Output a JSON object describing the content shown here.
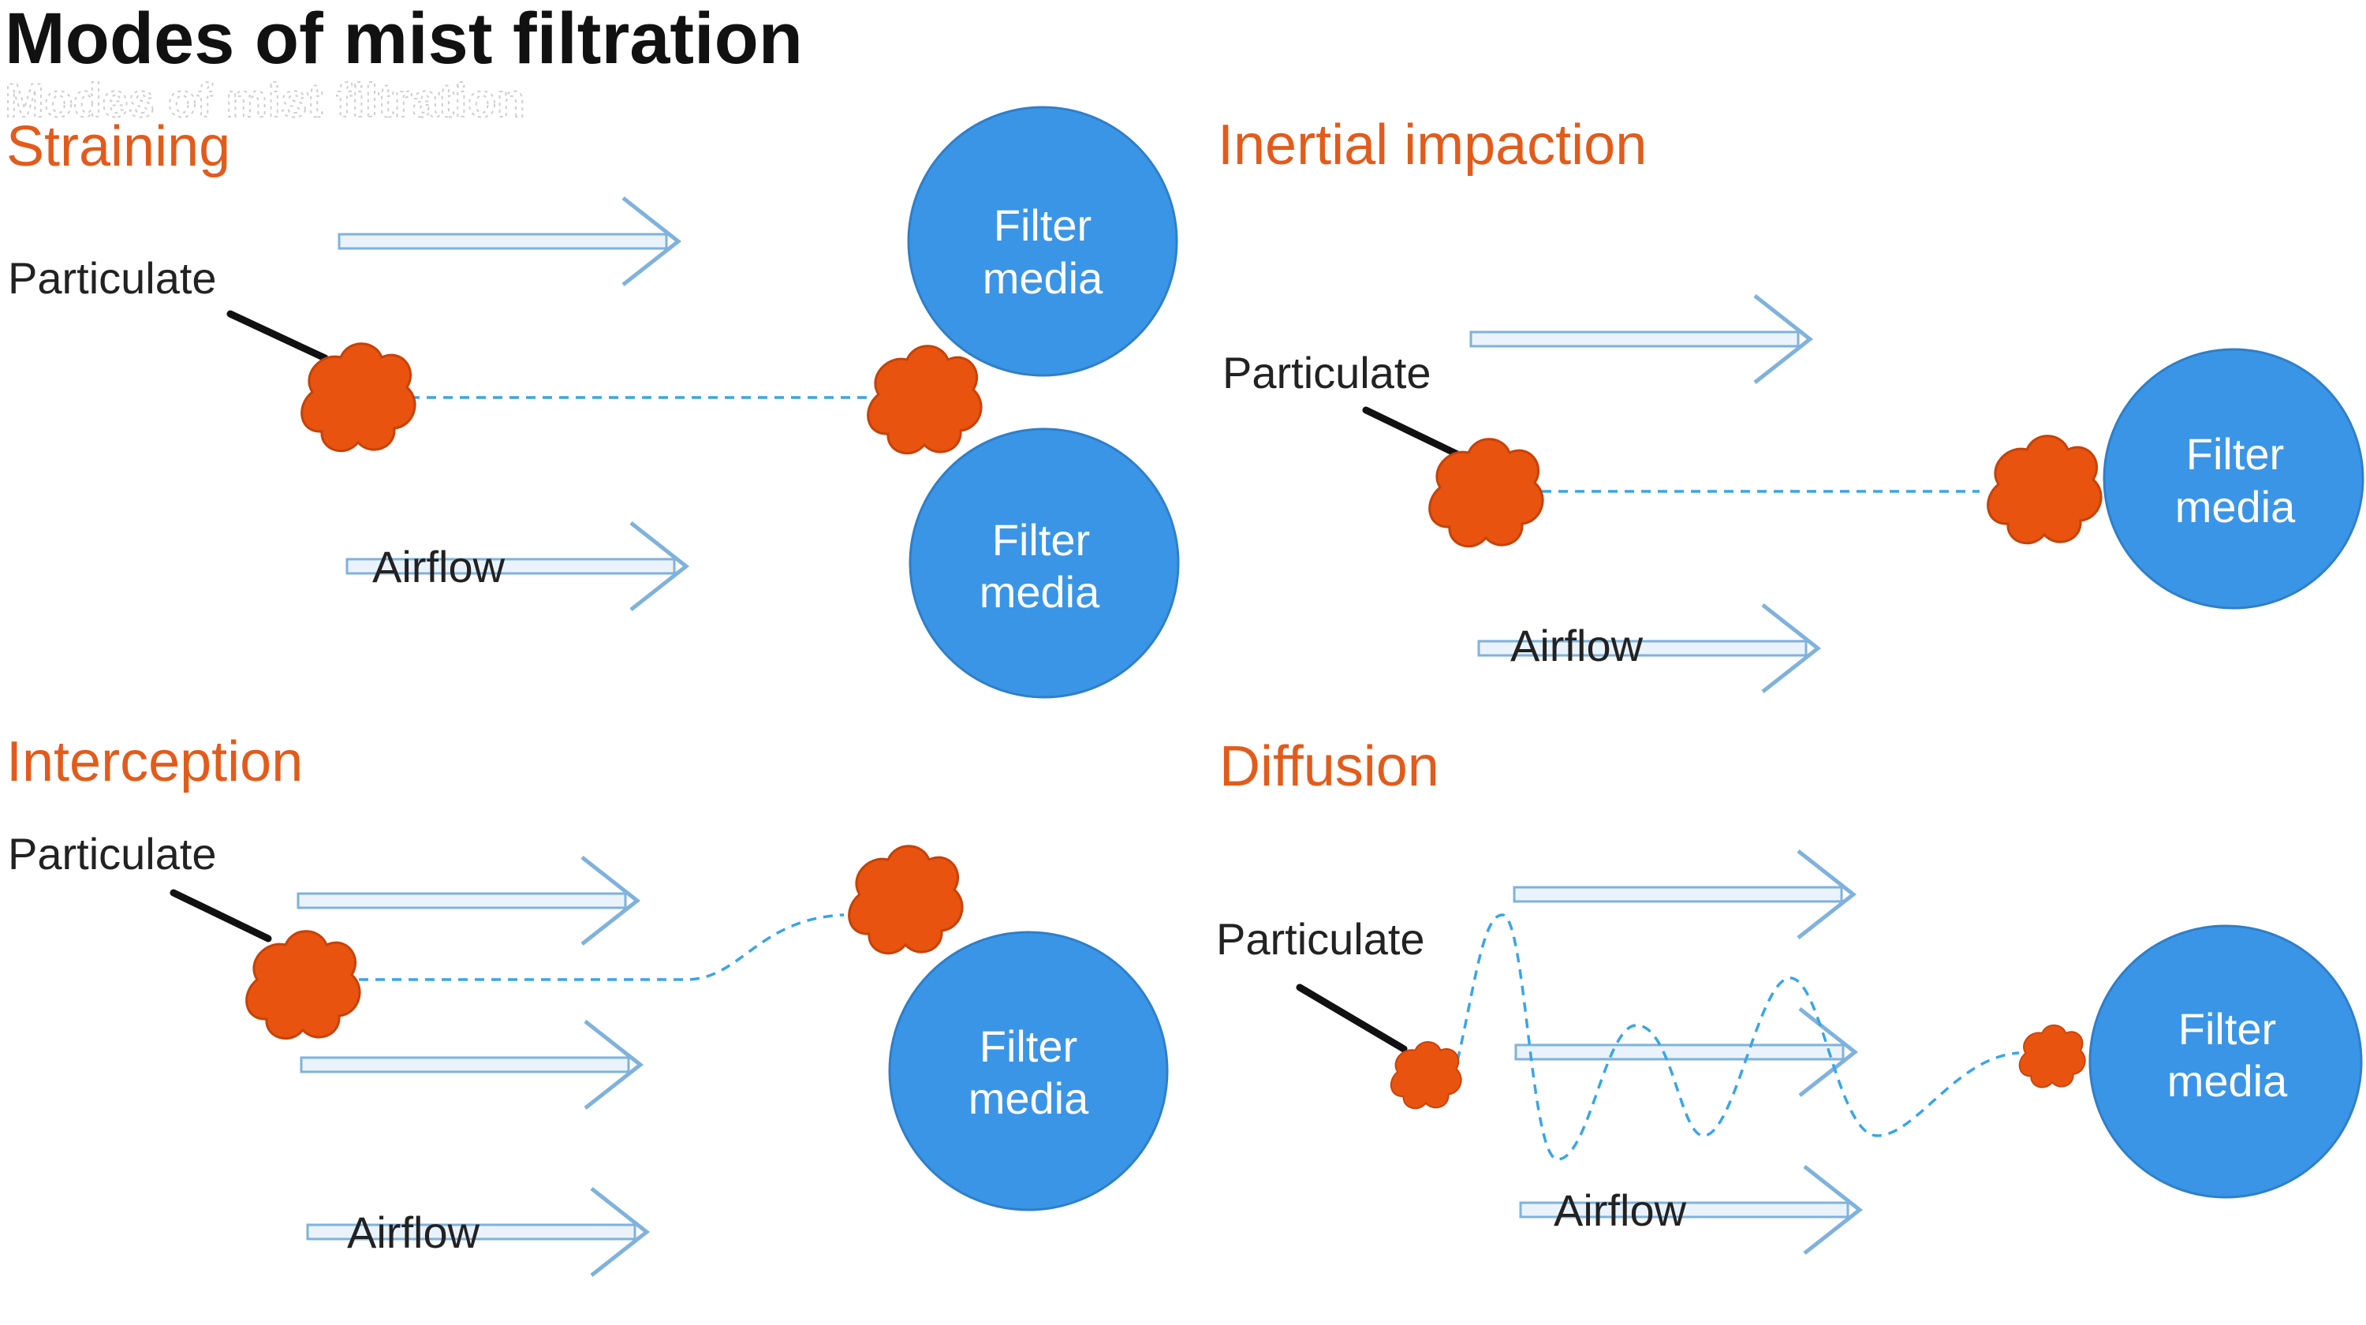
{
  "title": "Modes of mist filtration",
  "panels": [
    {
      "title": "Straining",
      "particulate_label": "Particulate",
      "airflow_label": "Airflow",
      "filters": [
        {
          "line1": "Filter",
          "line2": "media"
        },
        {
          "line1": "Filter",
          "line2": "media"
        }
      ]
    },
    {
      "title": "Inertial impaction",
      "particulate_label": "Particulate",
      "airflow_label": "Airflow",
      "filters": [
        {
          "line1": "Filter",
          "line2": "media"
        }
      ]
    },
    {
      "title": "Interception",
      "particulate_label": "Particulate",
      "airflow_label": "Airflow",
      "filters": [
        {
          "line1": "Filter",
          "line2": "media"
        }
      ]
    },
    {
      "title": "Diffusion",
      "particulate_label": "Particulate",
      "airflow_label": "Airflow",
      "filters": [
        {
          "line1": "Filter",
          "line2": "media"
        }
      ]
    }
  ],
  "colors": {
    "section_title": "#e35b1b",
    "filter_media": "#3b95e6",
    "particle": "#e8530f",
    "airflow_arrow": "#7fb2dc",
    "particle_path": "#38a5e8"
  }
}
